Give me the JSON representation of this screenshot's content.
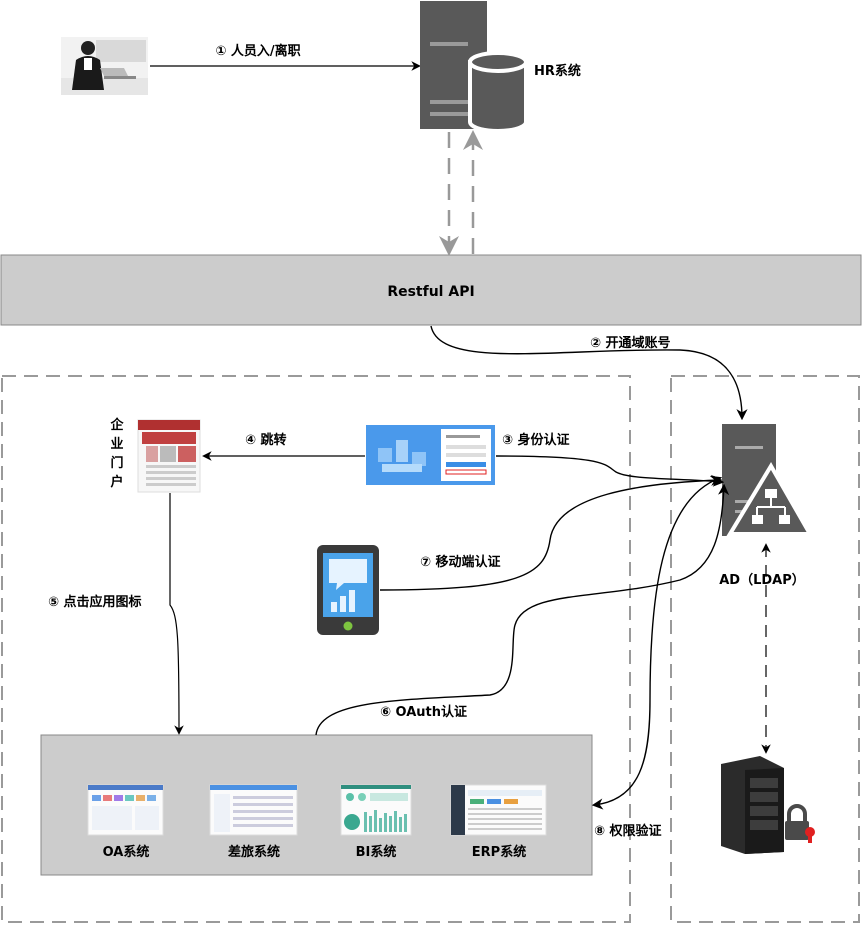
{
  "hr": {
    "label": "HR系统"
  },
  "api": {
    "label": "Restful API"
  },
  "portal": {
    "label_chars": [
      "企",
      "业",
      "门",
      "户"
    ]
  },
  "ad": {
    "label": "AD（LDAP）"
  },
  "steps": {
    "s1": "① 人员入/离职",
    "s2": "② 开通域账号",
    "s3": "③ 身份认证",
    "s4": "④ 跳转",
    "s5": "⑤ 点击应用图标",
    "s6": "⑥ OAuth认证",
    "s7": "⑦ 移动端认证",
    "s8": "⑧ 权限验证"
  },
  "apps": [
    {
      "name": "OA系统"
    },
    {
      "name": "差旅系统"
    },
    {
      "name": "BI系统"
    },
    {
      "name": "ERP系统"
    }
  ],
  "icons": {
    "user": "person-at-laptop-icon",
    "hr_server": "server-database-icon",
    "login_page": "login-screenshot-icon",
    "phone": "smartphone-chart-icon",
    "ad_server": "ad-server-network-icon",
    "rack": "server-rack-lock-icon"
  },
  "colors": {
    "band": "#cccccc",
    "server": "#5a5a5a",
    "dashed": "#9a9a9a",
    "key": "#e02020"
  }
}
